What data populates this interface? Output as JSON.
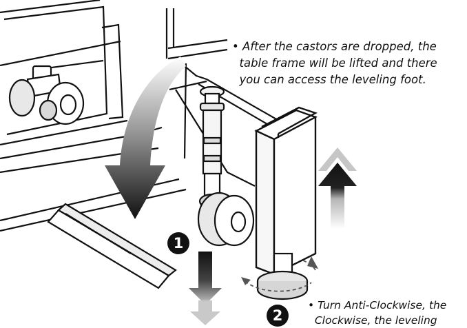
{
  "annotations": {
    "step1_number": "1",
    "step2_number": "2",
    "top_note": "• After the castors are dropped, the\n  table frame will be lifted and there\n  you can access the leveling foot.",
    "bottom_note": "• Turn Anti-Clockwise, the\n  Clockwise, the leveling"
  },
  "colors": {
    "line": "#111111",
    "arrow_dark": "#1a1a1a",
    "arrow_light": "#bfbfbf"
  },
  "icons": {
    "step1": "numbered-circle-icon",
    "step2": "numbered-circle-icon",
    "rotate": "rotation-arrows-icon"
  }
}
